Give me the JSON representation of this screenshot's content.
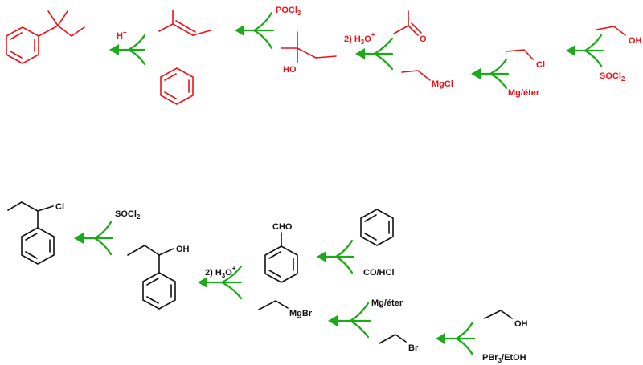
{
  "top_scheme": {
    "color": "#e8141b",
    "reagents": {
      "acid": "H",
      "acid_sup": "+",
      "pocl3_main": "POCl",
      "pocl3_sub": "3",
      "h3o_prefix": "2) H",
      "h3o_sub": "3",
      "h3o_o": "O",
      "h3o_sup": "+",
      "mg_ether": "Mg/éter",
      "socl2_main": "SOCl",
      "socl2_sub": "2"
    },
    "atom_labels": {
      "ho": "HO",
      "o_ketone": "O",
      "oh": "OH",
      "cl": "Cl",
      "mgcl": "MgCl"
    }
  },
  "bottom_scheme": {
    "color": "#111111",
    "reagents": {
      "socl2_main": "SOCl",
      "socl2_sub": "2",
      "h3o_prefix": "2) H",
      "h3o_sub": "3",
      "h3o_o": "O",
      "h3o_sup": "+",
      "co_hcl": "CO/HCl",
      "mg_ether": "Mg/éter",
      "pbr3_main": "PBr",
      "pbr3_sub": "3",
      "pbr3_tail": "/EtOH"
    },
    "atom_labels": {
      "cl": "Cl",
      "oh_alcohol": "OH",
      "cho": "CHO",
      "mgbr": "MgBr",
      "br": "Br",
      "oh_ethanol": "OH"
    }
  },
  "colors": {
    "arrow": "#1aaa1a",
    "top_structures": "#e8141b",
    "bottom_structures": "#111111"
  }
}
